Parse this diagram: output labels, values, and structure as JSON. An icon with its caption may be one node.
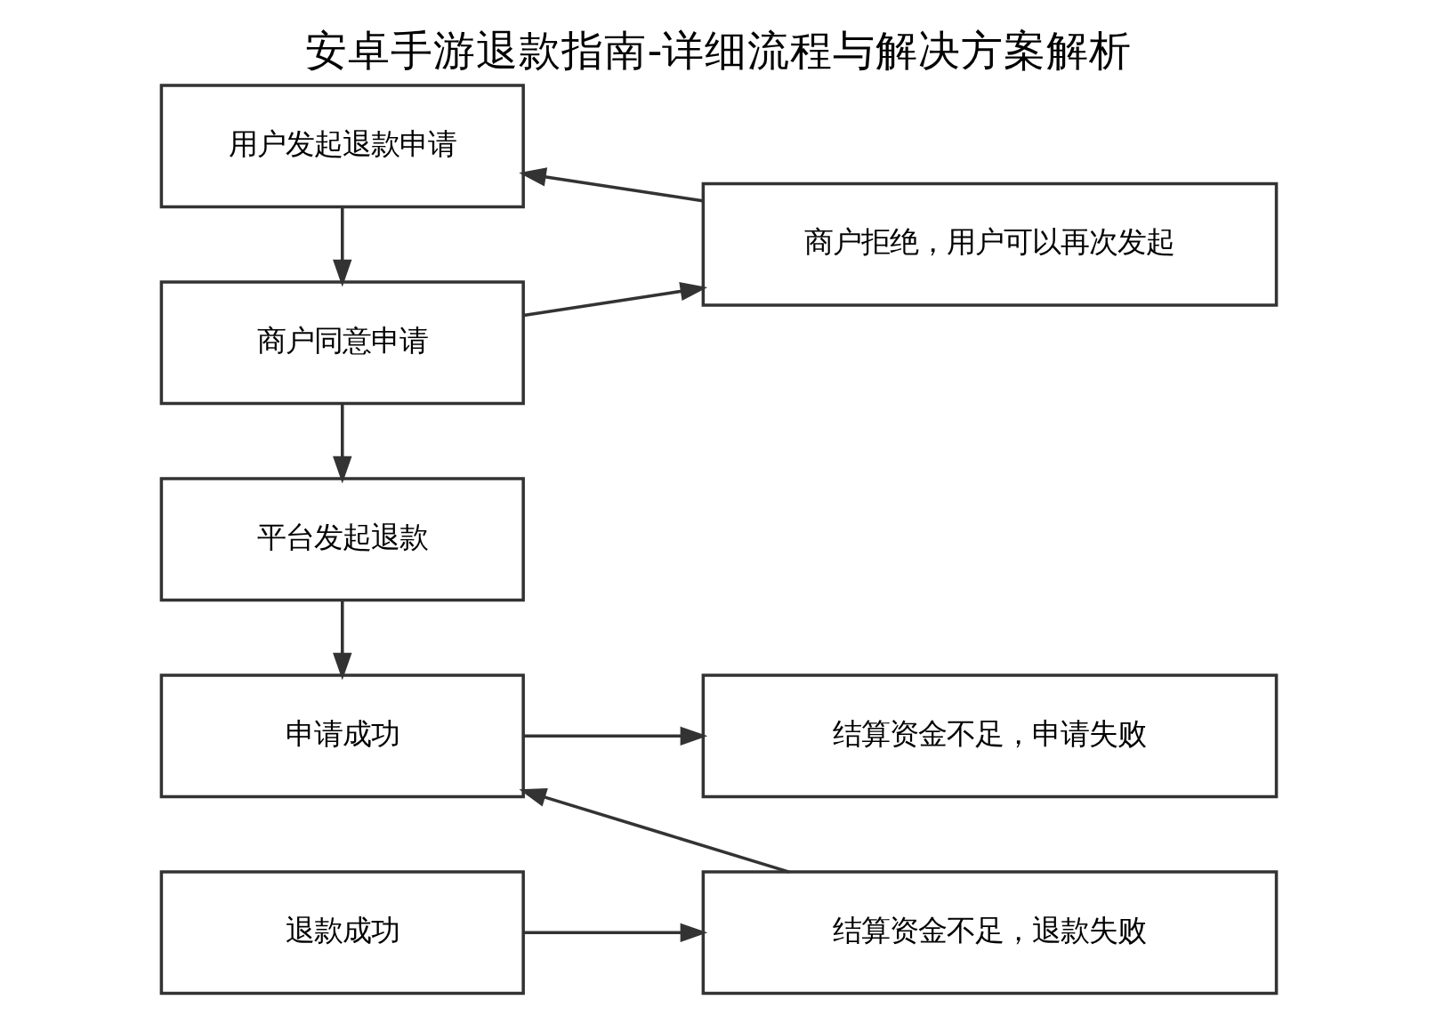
{
  "diagram": {
    "title": "安卓手游退款指南-详细流程与解决方案解析",
    "nodes": [
      {
        "text": [
          "用户发起退款申请"
        ]
      },
      {
        "text": [
          "商户同意申请"
        ]
      },
      {
        "text": [
          "平台发起退款"
        ]
      },
      {
        "text": [
          "申请成功"
        ]
      },
      {
        "text": [
          "退款成功"
        ]
      },
      {
        "text": [
          "商户拒绝，用户可以再次发起"
        ]
      },
      {
        "text": [
          "结算资金不足，申请失败"
        ]
      },
      {
        "text": [
          "结算资金不足，退款失败"
        ]
      }
    ],
    "edges": [
      {
        "from": 0,
        "to": 1,
        "arrow": "to"
      },
      {
        "from": 1,
        "to": 2,
        "arrow": "to"
      },
      {
        "from": 2,
        "to": 3,
        "arrow": "to"
      },
      {
        "from": 1,
        "to": 5,
        "arrow": "to"
      },
      {
        "from": 5,
        "to": 0,
        "arrow": "to"
      },
      {
        "from": 3,
        "to": 6,
        "arrow": "to"
      },
      {
        "from": 7,
        "to": 3,
        "arrow": "to"
      },
      {
        "from": 4,
        "to": 7,
        "arrow": "to"
      }
    ]
  }
}
